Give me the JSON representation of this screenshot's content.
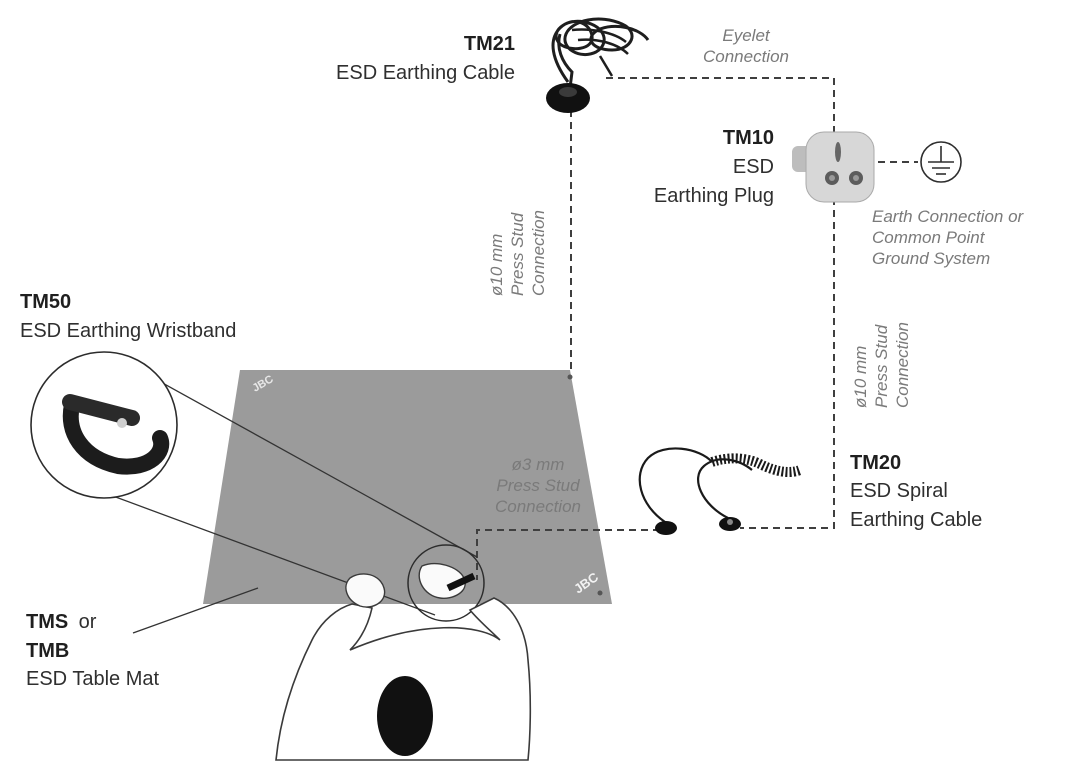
{
  "products": {
    "tm21": {
      "code": "TM21",
      "name": "ESD Earthing Cable"
    },
    "tm10": {
      "code": "TM10",
      "name_line1": "ESD",
      "name_line2": "Earthing Plug"
    },
    "tm50": {
      "code": "TM50",
      "name": "ESD Earthing Wristband"
    },
    "tm20": {
      "code": "TM20",
      "name_line1": "ESD Spiral",
      "name_line2": "Earthing Cable"
    },
    "mat": {
      "code1": "TMS",
      "or": "or",
      "code2": "TMB",
      "name": "ESD Table Mat"
    }
  },
  "notes": {
    "eyelet": {
      "line1": "Eyelet",
      "line2": "Connection"
    },
    "earth": {
      "line1": "Earth Connection or",
      "line2": "Common Point",
      "line3": "Ground System"
    },
    "stud10_left": {
      "line1": "ø10 mm",
      "line2": "Press Stud",
      "line3": "Connection"
    },
    "stud10_right": {
      "line1": "ø10 mm",
      "line2": "Press Stud",
      "line3": "Connection"
    },
    "stud3": {
      "line1": "ø3 mm",
      "line2": "Press Stud",
      "line3": "Connection"
    }
  },
  "brand": {
    "mat_logo": "JBC"
  },
  "colors": {
    "mat": "#9a9a9a",
    "dash": "#444444",
    "note": "#7a7a7a"
  }
}
